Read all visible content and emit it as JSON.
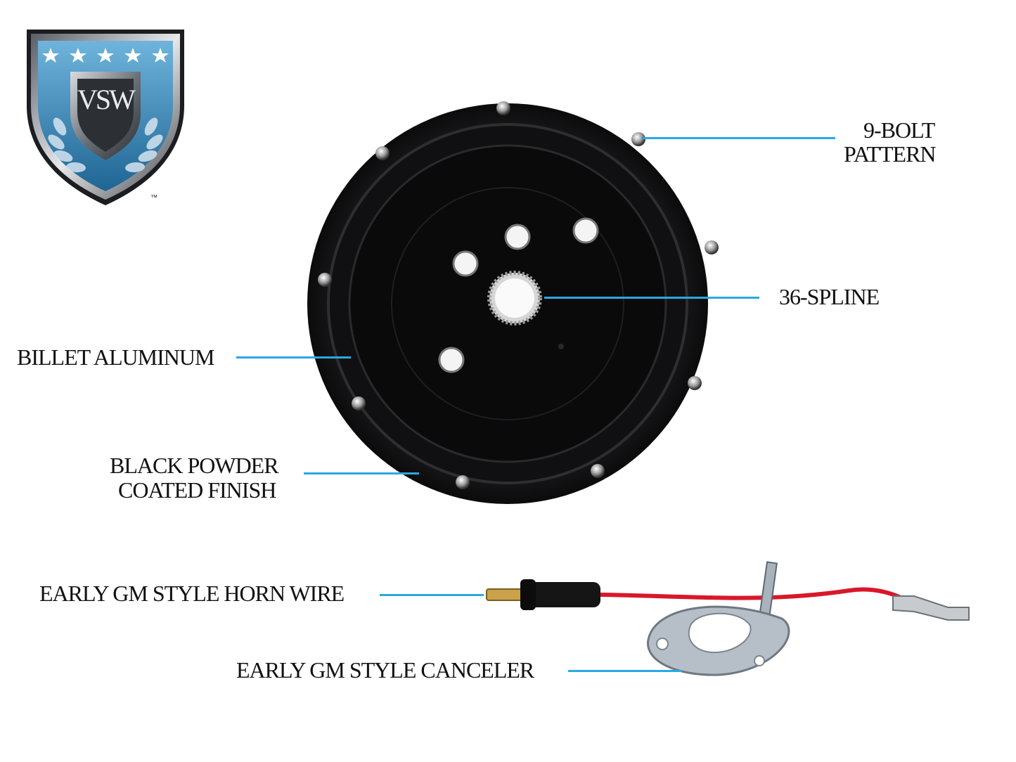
{
  "logo": {
    "text": "VSW",
    "trademark": "™",
    "stars": 5
  },
  "callouts": {
    "bolt_line1": "9-BOLT",
    "bolt_line2": "PATTERN",
    "spline": "36-SPLINE",
    "billet": "BILLET ALUMINUM",
    "powder_line1": "BLACK POWDER",
    "powder_line2": "COATED FINISH",
    "horn_wire": "EARLY GM STYLE HORN WIRE",
    "canceler": "EARLY GM STYLE CANCELER"
  },
  "colors": {
    "leader_line": "#29a9e1",
    "hub_black": "#141414",
    "shield_blue": "#3d8dc0",
    "wire_red": "#d8182a"
  },
  "icons": {
    "logo": "vsw-shield-logo-icon",
    "hub": "steering-hub-adapter-icon",
    "horn_wire": "horn-wire-icon",
    "canceler": "canceler-ring-icon"
  }
}
